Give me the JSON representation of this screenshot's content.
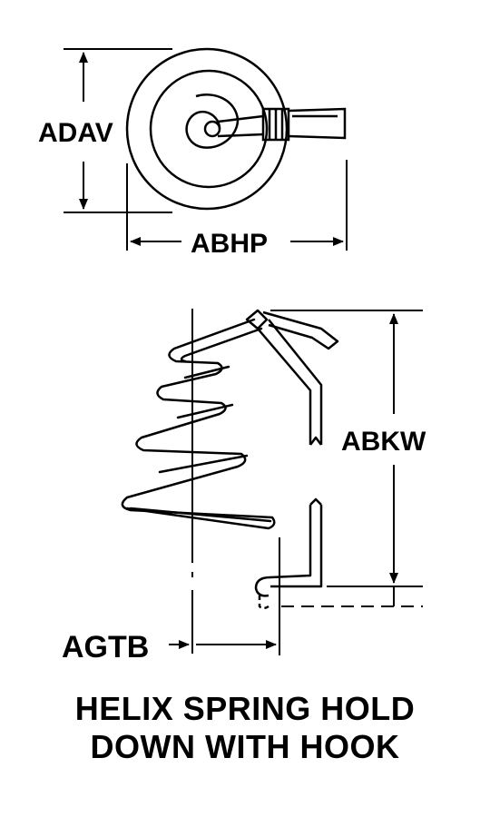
{
  "dimensions": {
    "top_height": "ADAV",
    "top_width": "ABHP",
    "side_height": "ABKW",
    "hook_offset": "AGTB"
  },
  "caption": {
    "line1": "HELIX SPRING HOLD",
    "line2": "DOWN WITH HOOK"
  },
  "colors": {
    "ink": "#000000",
    "background": "#ffffff"
  }
}
